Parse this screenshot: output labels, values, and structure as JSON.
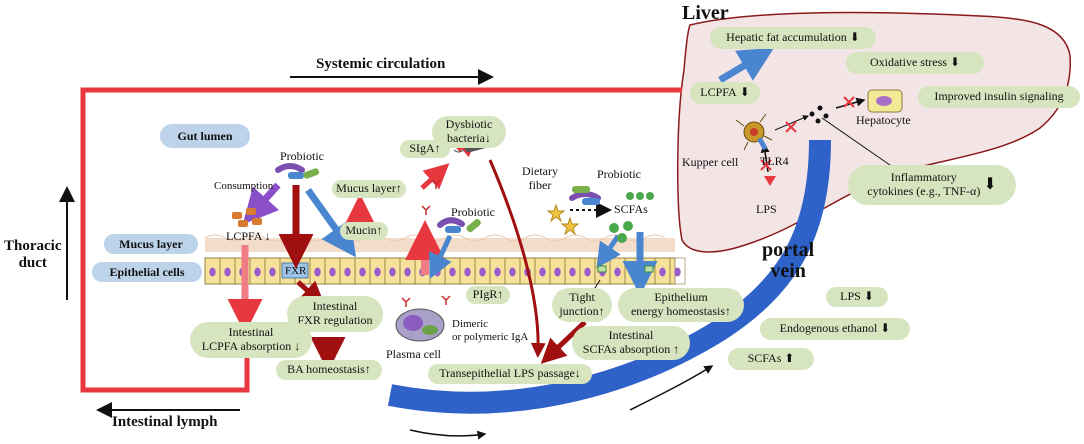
{
  "labels": {
    "liver": "Liver",
    "systemic_circulation": "Systemic circulation",
    "gut_lumen": "Gut lumen",
    "mucus_layer": "Mucus layer",
    "epithelial_cells": "Epithelial cells",
    "thoracic_duct": "Thoracic\nduct",
    "intestinal_lymph": "Intestinal lymph",
    "portal_vein": "portal\nvein",
    "probiotic": "Probiotic",
    "consumption": "Consumption",
    "lcpfa": "LCPFA ↓",
    "fxr": "FXR",
    "plasma_cell": "Plasma cell",
    "dimeric_iga": "Dimeric\nor polymeric IgA",
    "dietary_fiber": "Dietary\nfiber",
    "scfas_label": "SCFAs",
    "kupffer_cell": "Kupper cell",
    "tlr4": "TLR4",
    "lps": "LPS",
    "hepatocyte": "Hepatocyte"
  },
  "pills": {
    "hepatic_fat": "Hepatic fat accumulation",
    "oxidative_stress": "Oxidative stress",
    "improved_insulin": "Improved insulin signaling",
    "liver_lcpfa": "LCPFA",
    "inflammatory": "Inflammatory\ncytokines (e.g., TNF-α)",
    "dysbiotic": "Dysbiotic\nbacteria↓",
    "siga": "SIgA↑",
    "mucus_layer_up": "Mucus layer↑",
    "mucin": "Mucin↑",
    "pigr": "PIgR↑",
    "intestinal_fxr": "Intestinal\nFXR regulation",
    "intestinal_lcpfa": "Intestinal\nLCPFA absorption ↓",
    "ba_homeostasis": "BA homeostasis↑",
    "tight_junction": "Tight\njunction↑",
    "epithelium_energy": "Epithelium\nenergy homeostasis↑",
    "intestinal_scfas": "Intestinal\nSCFAs absorption ↑",
    "transepithelial": "Transepithelial LPS passage↓",
    "lps_down": "LPS",
    "endogenous_ethanol": "Endogenous ethanol",
    "scfas_up": "SCFAs"
  },
  "arrows": {
    "down": "⬇",
    "up": "⬆"
  },
  "colors": {
    "pill_green": "#d6e5bf",
    "pill_blue": "#bcd3ea",
    "liver_fill": "#f3e4e6",
    "liver_stroke": "#8b1a1a",
    "circulation_red": "#e8383f",
    "portal_blue": "#2f62c8",
    "dark_red": "#a01010",
    "bright_red": "#e8383f",
    "blue_arrow": "#4a86d0",
    "purple_arrow": "#8a4fc8"
  }
}
